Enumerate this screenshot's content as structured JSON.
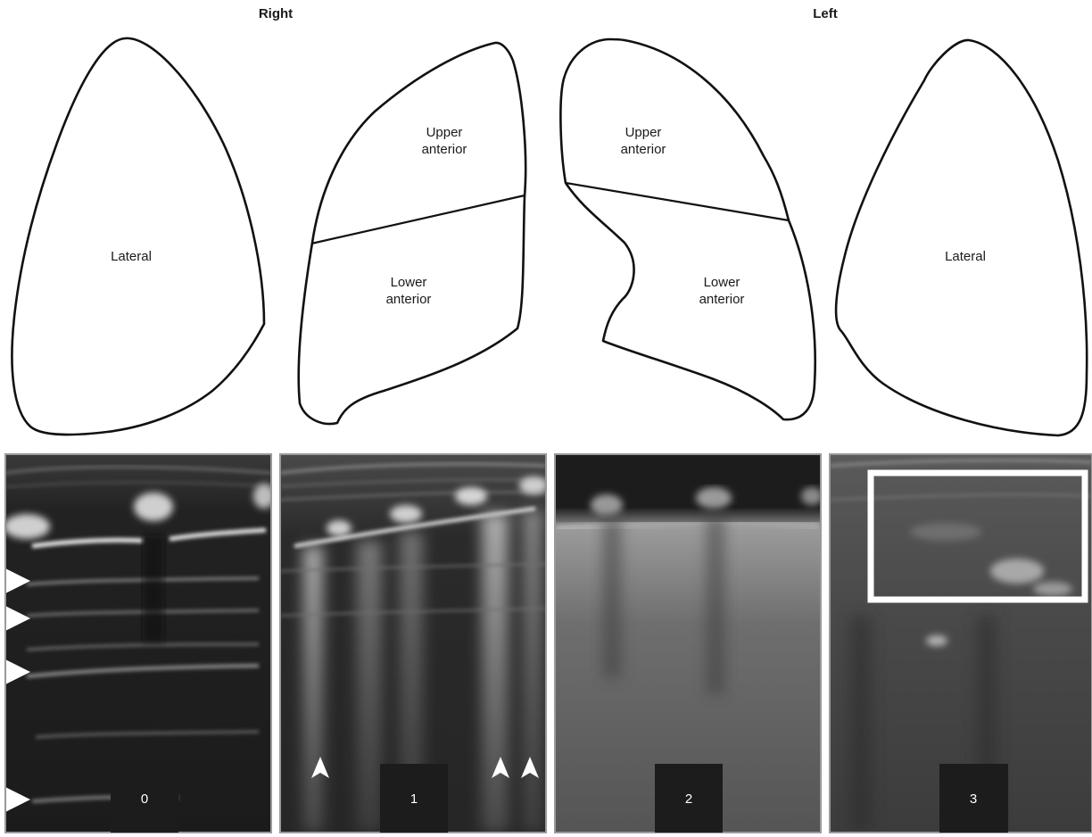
{
  "sides": {
    "right": "Right",
    "left": "Left"
  },
  "regions": {
    "right_lateral": "Lateral",
    "right_upper_anterior": [
      "Upper",
      "anterior"
    ],
    "right_lower_anterior": [
      "Lower",
      "anterior"
    ],
    "left_upper_anterior": [
      "Upper",
      "anterior"
    ],
    "left_lower_anterior": [
      "Lower",
      "anterior"
    ],
    "left_lateral": "Lateral"
  },
  "ultrasound_panels": [
    {
      "score": "0",
      "finding": "horizontal A-lines",
      "markers": "left-edge arrowheads"
    },
    {
      "score": "1",
      "finding": "separated vertical B-lines",
      "markers": "upward arrowheads"
    },
    {
      "score": "2",
      "finding": "coalescent B-lines"
    },
    {
      "score": "3",
      "finding": "consolidation",
      "markers": "white outlined box"
    }
  ]
}
